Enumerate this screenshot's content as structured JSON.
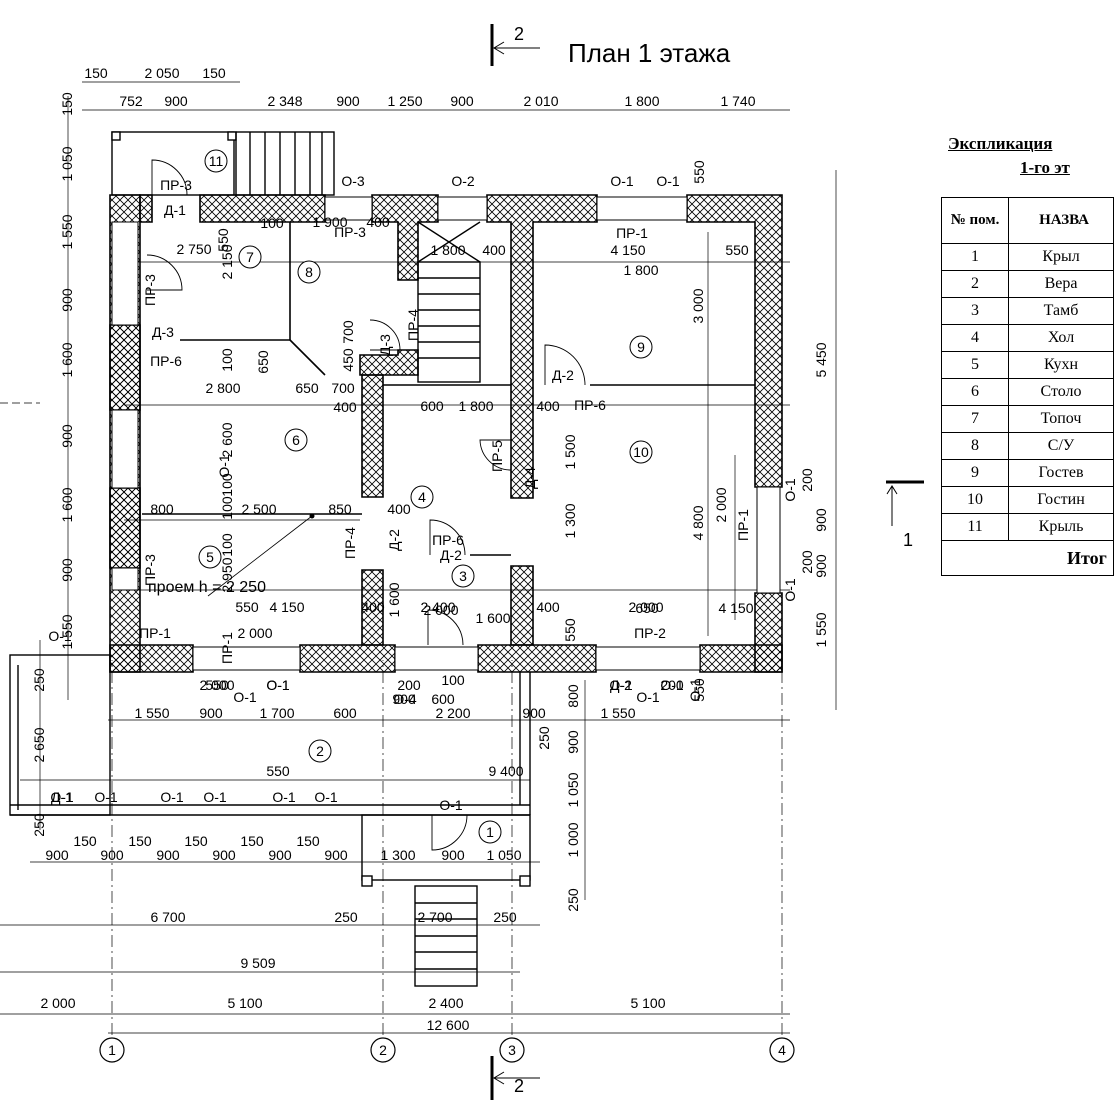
{
  "title": "План 1 этажа",
  "section_mark": "2",
  "section_mark_side": "1",
  "explication": {
    "heading_line1": "Экспликация",
    "heading_line2": "1-го эт",
    "col_num": "№ пом.",
    "col_name": "НАЗВА",
    "rows": [
      {
        "num": "1",
        "name": "Крыл"
      },
      {
        "num": "2",
        "name": "Вера"
      },
      {
        "num": "3",
        "name": "Тамб"
      },
      {
        "num": "4",
        "name": "Хол"
      },
      {
        "num": "5",
        "name": "Кухн"
      },
      {
        "num": "6",
        "name": "Столо"
      },
      {
        "num": "7",
        "name": "Топоч"
      },
      {
        "num": "8",
        "name": "С/У"
      },
      {
        "num": "9",
        "name": "Гостев"
      },
      {
        "num": "10",
        "name": "Гостин"
      },
      {
        "num": "11",
        "name": "Крыль"
      }
    ],
    "total_label": "Итог"
  },
  "axes": [
    "1",
    "2",
    "3",
    "4"
  ],
  "rooms": [
    "1",
    "2",
    "3",
    "4",
    "5",
    "6",
    "7",
    "8",
    "9",
    "10",
    "11"
  ],
  "opening_note": "проем h = 2 250",
  "top_dims_row1": [
    "150",
    "2 050",
    "150"
  ],
  "top_dims_row2": [
    "752",
    "900",
    "2 348",
    "900",
    "1 250",
    "900",
    "2 010",
    "1 800",
    "1 740"
  ],
  "left_dims": [
    "150",
    "1 050",
    "1 550",
    "900",
    "1 600",
    "900",
    "1 600",
    "900",
    "1 550",
    "250",
    "2 650",
    "250"
  ],
  "right_dims": [
    "550",
    "5 450",
    "900",
    "200",
    "900",
    "1 550",
    "550",
    "800",
    "900",
    "1 050",
    "1 000",
    "250"
  ],
  "bottom_dims_row1": [
    "1 550",
    "900",
    "1 700",
    "600",
    "900",
    "2 200",
    "900",
    "1 550"
  ],
  "bottom_dims_row2": [
    "900",
    "150",
    "900",
    "150",
    "900",
    "150",
    "900",
    "150",
    "900",
    "150",
    "900",
    "1 300",
    "900",
    "1 050"
  ],
  "bottom_dims_row3": [
    "6 700",
    "250",
    "2 700",
    "250"
  ],
  "bottom_dims_row4": [
    "9 509"
  ],
  "bottom_dims_row5": [
    "2 000",
    "5 100",
    "2 400",
    "5 100"
  ],
  "bottom_dims_row6": [
    "12 600"
  ],
  "inner_labels": [
    "О-3",
    "О-2",
    "О-1",
    "О-1",
    "ПР-3",
    "Д-1",
    "ПР-3",
    "ПР-1",
    "2 750",
    "550",
    "100",
    "1 900",
    "400",
    "1 800",
    "400",
    "4 150",
    "550",
    "1 800",
    "3 000",
    "2 150",
    "ПР-3",
    "Д-3",
    "ПР-6",
    "650",
    "450",
    "700",
    "Д-3",
    "ПР-4",
    "100",
    "2 800",
    "650",
    "700",
    "400",
    "600",
    "1 800",
    "400",
    "Д-2",
    "ПР-6",
    "2 600",
    "100",
    "1 500",
    "ПР-5",
    "Д-4",
    "800",
    "2 500",
    "850",
    "400",
    "100",
    "ПР-4",
    "Д-2",
    "ПР-6",
    "Д-2",
    "1 300",
    "4 800",
    "2 000",
    "ПР-1",
    "О-1",
    "200",
    "О-1",
    "ПР-3",
    "2 950",
    "4 150",
    "400",
    "1 600",
    "2 400",
    "400",
    "2 000",
    "4 150",
    "550",
    "2 000",
    "1 600",
    "650",
    "2 000",
    "ПР-1",
    "ПР-2",
    "ПР-1",
    "550",
    "550",
    "О-1",
    "О-1",
    "200",
    "О-4",
    "600",
    "100",
    "Д-2",
    "О-1",
    "200",
    "О-1",
    "550",
    "9 400",
    "250",
    "О-1",
    "Д-1",
    "О-1",
    "О-1",
    "О-1",
    "О-1",
    "О-1",
    "О-1",
    "2 000",
    "О-1",
    "О-1",
    "О-1",
    "О-1",
    "О-1",
    "100",
    "100"
  ]
}
